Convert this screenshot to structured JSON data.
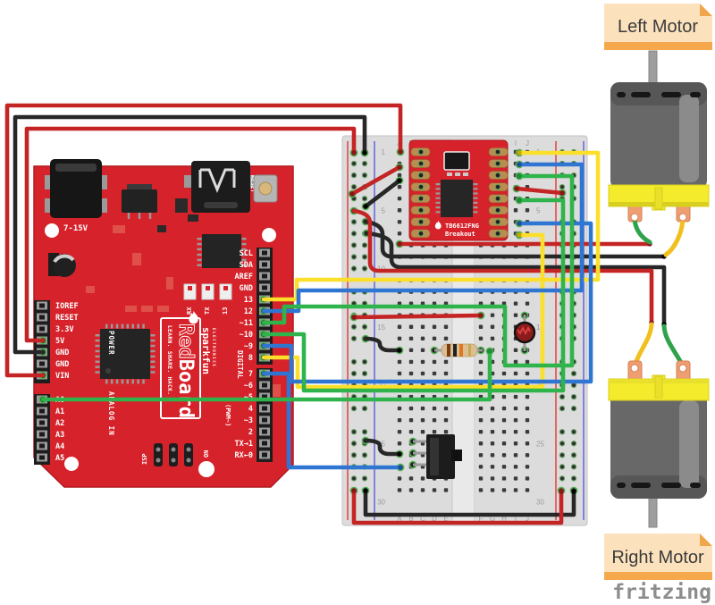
{
  "colors": {
    "board_red": "#d6222a",
    "breadboard": "#dcdcdc",
    "wire_red": "#c42524",
    "wire_black": "#272727",
    "wire_yellow": "#fcdf2b",
    "wire_green": "#2fb44b",
    "wire_blue": "#2f76d3",
    "motor_body": "#686868",
    "motor_base_yellow": "#f3eb2c",
    "note_fill": "#fbe2bd",
    "note_strip": "#f5a94c",
    "watermark_gray": "#8d8d8d"
  },
  "notes": {
    "left_motor": "Left Motor",
    "right_motor": "Right Motor"
  },
  "watermark": "fritzing",
  "breakout": {
    "name": "TB6612FNG",
    "subtitle": "Breakout"
  },
  "redboard": {
    "power_jack_label": "7-15V",
    "reset_label": "RESET",
    "logo_red": "Red",
    "logo_board": "Board",
    "tagline": "LEARN. SHARE. HACK.",
    "brand": "sparkfun",
    "brand_sub": "ELECTRONICS",
    "on_label": "ON",
    "isp_label": "ISP",
    "power_group_label": "POWER",
    "analog_group_label": "ANALOG IN",
    "digital_group_label": "DIGITAL",
    "pwm_group_label": "(PWM~)",
    "led_labels": [
      "RX",
      "TX",
      "13"
    ],
    "left_pins": [
      "IOREF",
      "RESET",
      "3.3V",
      "5V",
      "GND",
      "GND",
      "VIN"
    ],
    "analog_pins": [
      "A0",
      "A1",
      "A2",
      "A3",
      "A4",
      "A5"
    ],
    "right_pins_upper": [
      "SCL",
      "SDA",
      "AREF",
      "GND",
      "13",
      "12",
      "~11",
      "~10",
      "~9",
      "8"
    ],
    "right_pins_lower": [
      "7",
      "~6",
      "~5",
      "4",
      "~3",
      "2",
      "TX→1",
      "RX←0"
    ]
  },
  "breadboard": {
    "columns_left": [
      "A",
      "B",
      "C",
      "D",
      "E"
    ],
    "columns_right": [
      "F",
      "G",
      "H",
      "I",
      "J"
    ],
    "row_numbers": [
      "1",
      "5",
      "10",
      "15",
      "20",
      "25",
      "30"
    ]
  }
}
